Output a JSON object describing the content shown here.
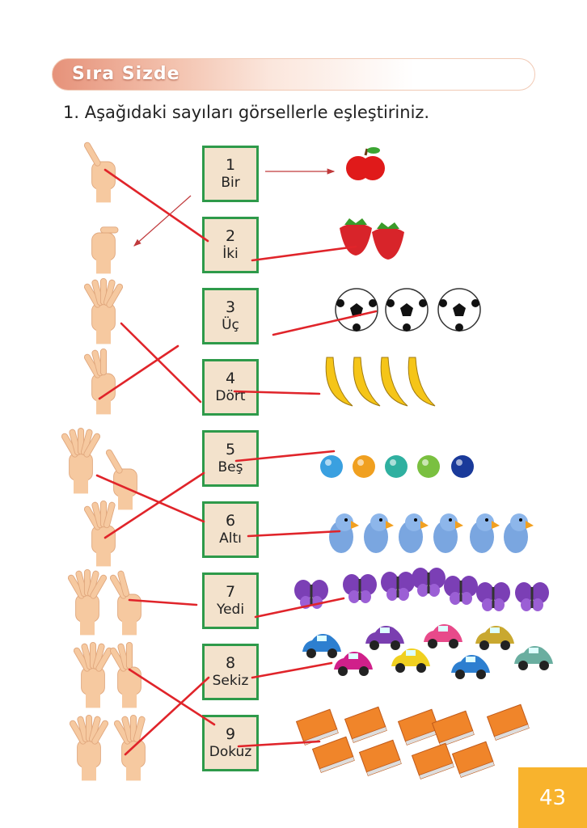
{
  "section_title": "Sıra Sizde",
  "instruction": "1. Aşağıdaki sayıları görsellerle eşleştiriniz.",
  "page_number": "43",
  "rows": [
    {
      "number": "1",
      "word": "Bir",
      "picture": "apple",
      "count": 1
    },
    {
      "number": "2",
      "word": "İki",
      "picture": "strawberry",
      "count": 2
    },
    {
      "number": "3",
      "word": "Üç",
      "picture": "soccer-ball",
      "count": 3
    },
    {
      "number": "4",
      "word": "Dört",
      "picture": "banana",
      "count": 4
    },
    {
      "number": "5",
      "word": "Beş",
      "picture": "marble",
      "count": 5
    },
    {
      "number": "6",
      "word": "Altı",
      "picture": "parrot",
      "count": 6
    },
    {
      "number": "7",
      "word": "Yedi",
      "picture": "butterfly",
      "count": 7
    },
    {
      "number": "8",
      "word": "Sekiz",
      "picture": "car",
      "count": 8
    },
    {
      "number": "9",
      "word": "Dokuz",
      "picture": "book",
      "count": 9
    }
  ],
  "colors": {
    "box_border": "#2e9a4a",
    "box_fill": "#f3e2cc",
    "line": "#e0242a",
    "page_badge": "#f8b32d",
    "skin": "#f6c9a0"
  }
}
